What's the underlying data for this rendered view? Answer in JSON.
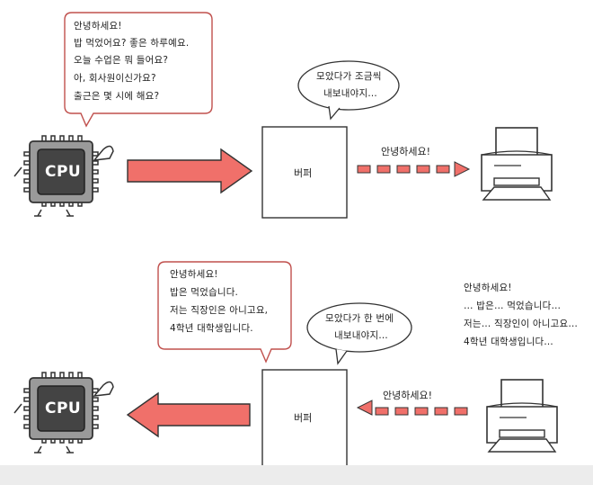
{
  "top": {
    "cpu_label": "CPU",
    "cpu_bubble": [
      "안녕하세요!",
      "밥 먹었어요? 좋은 하루예요.",
      "오늘 수업은 뭐 들어요?",
      "아, 회사원이신가요?",
      "출근은 몇 시에 해요?"
    ],
    "buffer_bubble": [
      "모았다가 조금씩",
      "내보내야지…"
    ],
    "buffer_label": "버퍼",
    "printer_arrow_label": "안녕하세요!"
  },
  "bottom": {
    "cpu_label": "CPU",
    "cpu_bubble": [
      "안녕하세요!",
      "밥은 먹었습니다.",
      "저는 직장인은 아니고요,",
      "4학년 대학생입니다."
    ],
    "buffer_bubble": [
      "모았다가 한 번에",
      "내보내야지…"
    ],
    "buffer_label": "버퍼",
    "printer_arrow_label": "안녕하세요!",
    "printer_text": [
      "안녕하세요!",
      "… 밥은… 먹었습니다…",
      "저는… 직장인이 아니고요…",
      "4학년 대학생입니다…"
    ]
  },
  "colors": {
    "arrow": "#f0706a",
    "bubble_outline": "#c0504d",
    "chip": "#444444"
  }
}
